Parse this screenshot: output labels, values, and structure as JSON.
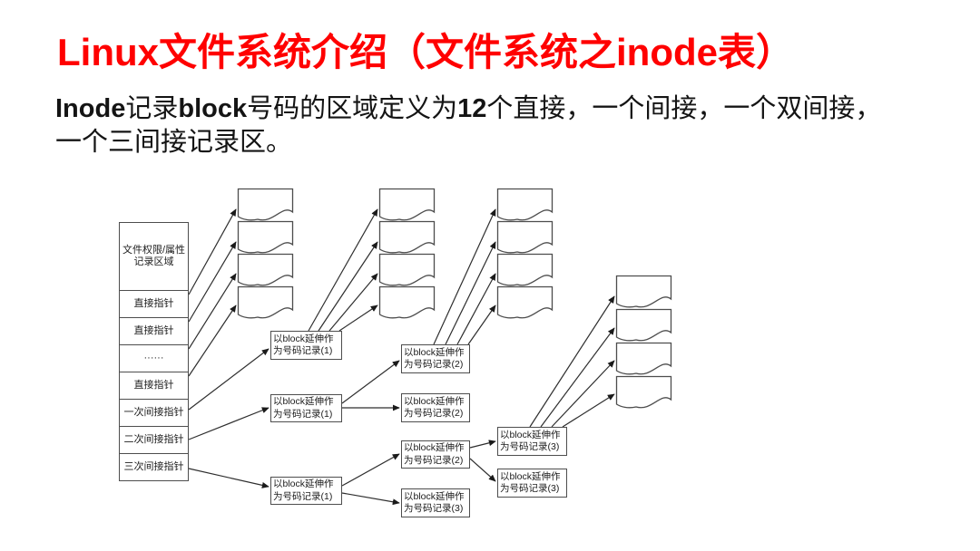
{
  "slide": {
    "title": "Linux文件系统介绍（文件系统之inode表）",
    "title_color": "#ff0000",
    "body": {
      "seg1": "Inode",
      "seg2": "记录",
      "seg3": "block",
      "seg4": "号码的区域定义为",
      "seg5": "12",
      "seg6": "个直接，一个间接，一个双间接，",
      "line2": "一个三间接记录区。"
    }
  },
  "diagram": {
    "line_color": "#2e2e2e",
    "inode_table": {
      "rows": [
        "文件权限/属性记录区域",
        "直接指针",
        "直接指针",
        "······",
        "直接指针",
        "一次间接指针",
        "二次间接指针",
        "三次间接指针"
      ]
    },
    "blocks": {
      "l1a": "以block延伸作为号码记录(1)",
      "l1b": "以block延伸作为号码记录(1)",
      "l1c": "以block延伸作为号码记录(1)",
      "l2a": "以block延伸作为号码记录(2)",
      "l2b": "以block延伸作为号码记录(2)",
      "l2c": "以block延伸作为号码记录(2)",
      "l2d": "以block延伸作为号码记录(3)",
      "l3a": "以block延伸作为号码记录(3)",
      "l3b": "以block延伸作为号码记录(3)"
    },
    "document_shape_count": 16
  }
}
